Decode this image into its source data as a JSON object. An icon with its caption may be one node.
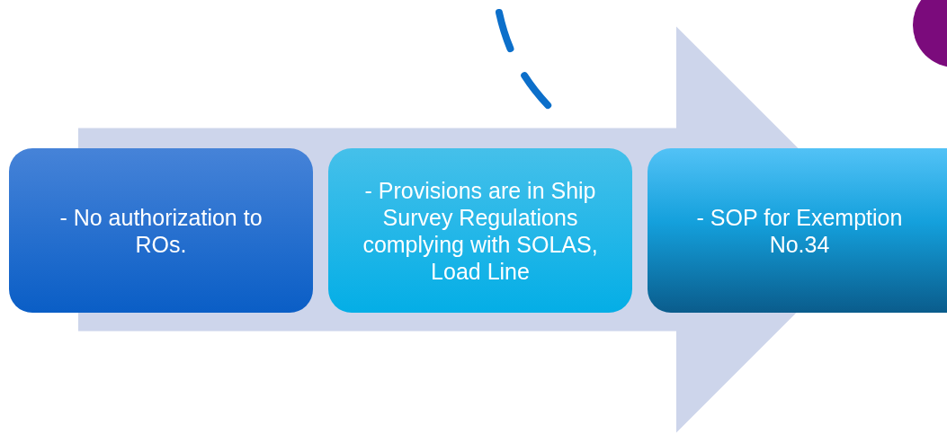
{
  "diagram": {
    "nodes": [
      {
        "text": [
          "- No authorization to ROs."
        ]
      },
      {
        "text": [
          "- Provisions are in Ship Survey Regulations complying with SOLAS, Load Line"
        ]
      },
      {
        "text": [
          "- SOP for Exemption No.34"
        ]
      }
    ],
    "edges": [
      {
        "from": 0,
        "to": 2,
        "arrow": "to",
        "style": "thick"
      }
    ]
  }
}
